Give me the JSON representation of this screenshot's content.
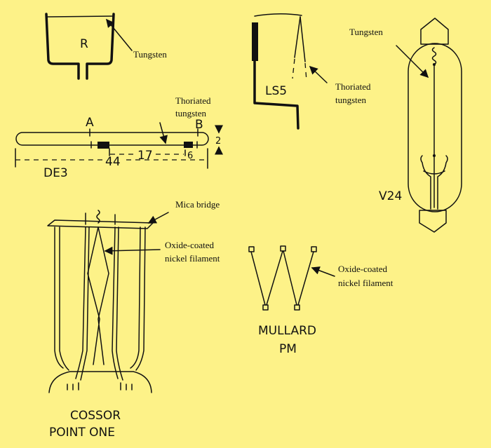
{
  "background_color": "#fdf288",
  "diagrams": {
    "r_valve": {
      "name": "R",
      "label": "Tungsten"
    },
    "de3_valve": {
      "name": "DE3",
      "label_line1": "Thoriated",
      "label_line2": "tungsten",
      "point_a": "A",
      "point_b": "B",
      "dim_total": "44",
      "dim_middle": "17",
      "dim_end": "6",
      "dim_height": "2"
    },
    "ls5_valve": {
      "name": "LS5",
      "label_line1": "Thoriated",
      "label_line2": "tungsten"
    },
    "v24_valve": {
      "name": "V24",
      "label": "Tungsten"
    },
    "cossor_valve": {
      "name_line1": "COSSOR",
      "name_line2": "POINT ONE",
      "mica_label": "Mica bridge",
      "filament_line1": "Oxide-coated",
      "filament_line2": "nickel filament"
    },
    "mullard_valve": {
      "name_line1": "MULLARD",
      "name_line2": "PM",
      "filament_line1": "Oxide-coated",
      "filament_line2": "nickel filament"
    }
  }
}
